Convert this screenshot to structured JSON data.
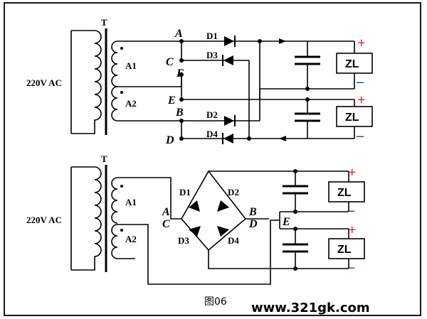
{
  "colors": {
    "plus": "#e0242a",
    "minus": "#1f3fae",
    "line": "#000000"
  },
  "top": {
    "transformer": "T",
    "source": "220V AC",
    "windings": [
      "A1",
      "A2"
    ],
    "nodes": {
      "A": "A",
      "C": "C",
      "E1": "E",
      "E2": "E",
      "B": "B",
      "D": "D"
    },
    "diodes": [
      "D1",
      "D3",
      "D2",
      "D4"
    ],
    "loads": [
      "ZL",
      "ZL"
    ],
    "polarity": {
      "plus": "+",
      "minus": "–"
    }
  },
  "bottom": {
    "transformer": "T",
    "source": "220V AC",
    "windings": [
      "A1",
      "A2"
    ],
    "nodes": {
      "A": "A",
      "C": "C",
      "B": "B",
      "D": "D",
      "E": "E"
    },
    "diodes": [
      "D1",
      "D2",
      "D3",
      "D4"
    ],
    "loads": [
      "ZL",
      "ZL"
    ],
    "polarity": {
      "plus": "+",
      "minus": "–"
    }
  },
  "caption": "图06",
  "site": "www.321gk.com"
}
